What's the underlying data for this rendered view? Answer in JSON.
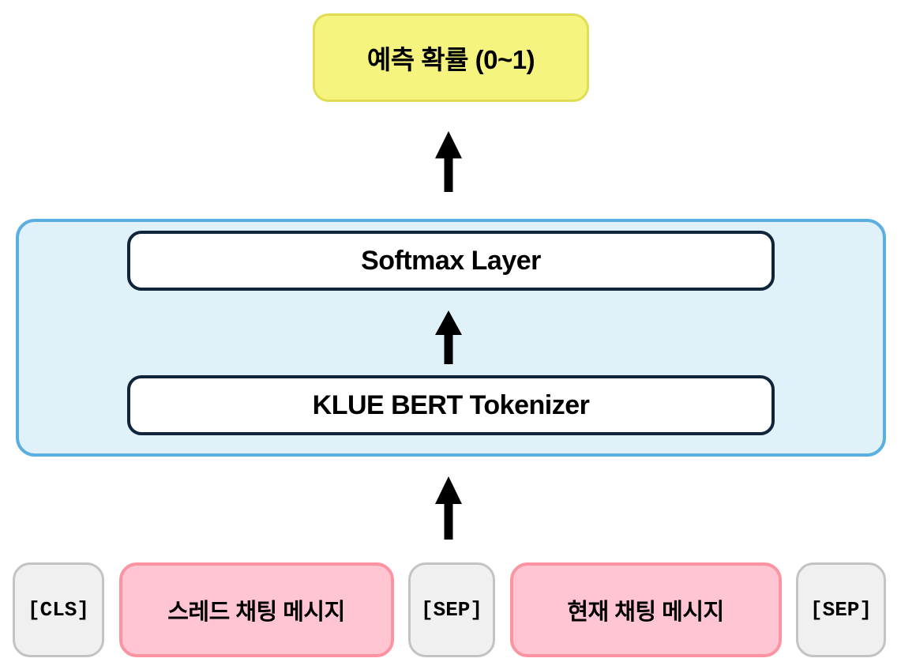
{
  "output_box": {
    "label": "예측 확률 (0~1)"
  },
  "model": {
    "softmax_label": "Softmax Layer",
    "tokenizer_label": "KLUE BERT Tokenizer"
  },
  "tokens": [
    {
      "label": "[CLS]",
      "type": "special"
    },
    {
      "label": "스레드 채팅 메시지",
      "type": "message"
    },
    {
      "label": "[SEP]",
      "type": "special"
    },
    {
      "label": "현재 채팅 메시지",
      "type": "message"
    },
    {
      "label": "[SEP]",
      "type": "special"
    }
  ],
  "icons": {
    "arrow_up": "up-arrow"
  },
  "colors": {
    "output_fill": "#F5F47E",
    "output_border": "#E0DD55",
    "container_fill": "#E1F1F9",
    "container_border": "#5BAEE0",
    "layer_fill": "#FFFFFF",
    "layer_border": "#10253A",
    "special_fill": "#F0F0F0",
    "special_border": "#C3C3C3",
    "message_fill": "#FFC5D3",
    "message_border": "#FB93A1",
    "arrow": "#000000",
    "background": "#FFFFFF",
    "text": "#000000"
  }
}
